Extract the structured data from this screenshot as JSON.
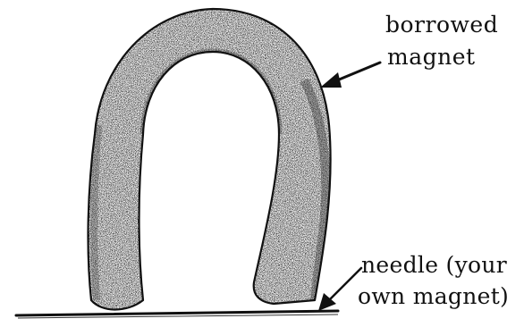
{
  "labels": {
    "magnet_line1": "borrowed",
    "magnet_line2": "magnet",
    "needle_line1": "needle (your",
    "needle_line2": "own magnet)"
  },
  "colors": {
    "ink": "#111111",
    "stipple_light": "#f2f2f2",
    "background": "#ffffff"
  }
}
